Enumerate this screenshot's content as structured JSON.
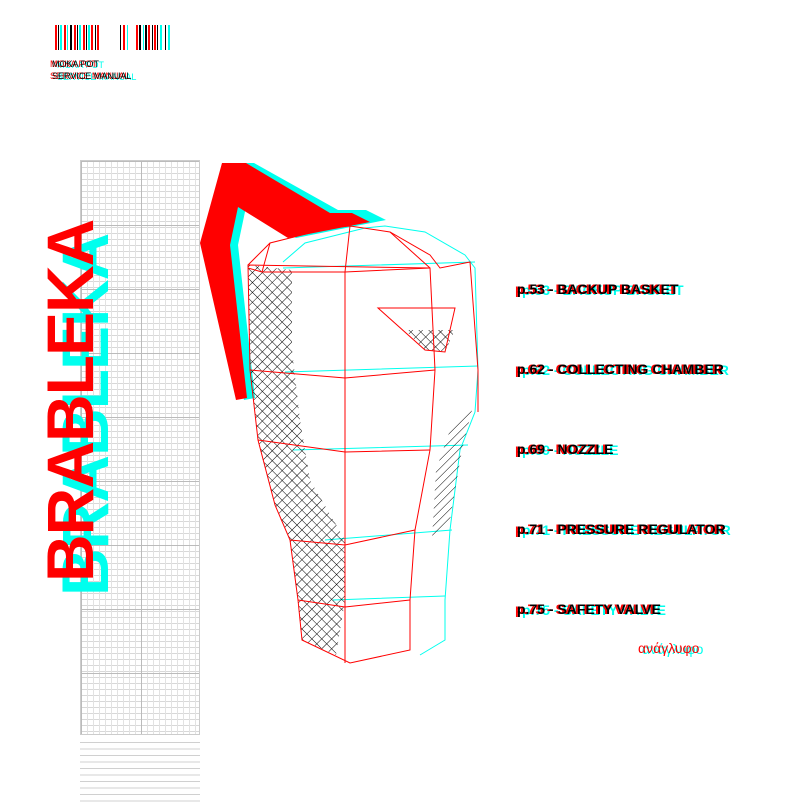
{
  "header": {
    "line1": "MOKA POT",
    "line2": "SERVICE MANUAL"
  },
  "title": "BRABLEKA",
  "toc": [
    {
      "label": "p.53 - BACKUP BASKET"
    },
    {
      "label": "p.62 - COLLECTING CHAMBER"
    },
    {
      "label": "p.69 - NOZZLE"
    },
    {
      "label": "p.71 - PRESSURE REGULATOR"
    },
    {
      "label": "p.75 - SAFETY VALVE"
    }
  ],
  "caption": "ανάγλυφο",
  "colors": {
    "red": "#ff0000",
    "cyan": "#00ffee",
    "black": "#000000",
    "grid": "#cccccc"
  }
}
